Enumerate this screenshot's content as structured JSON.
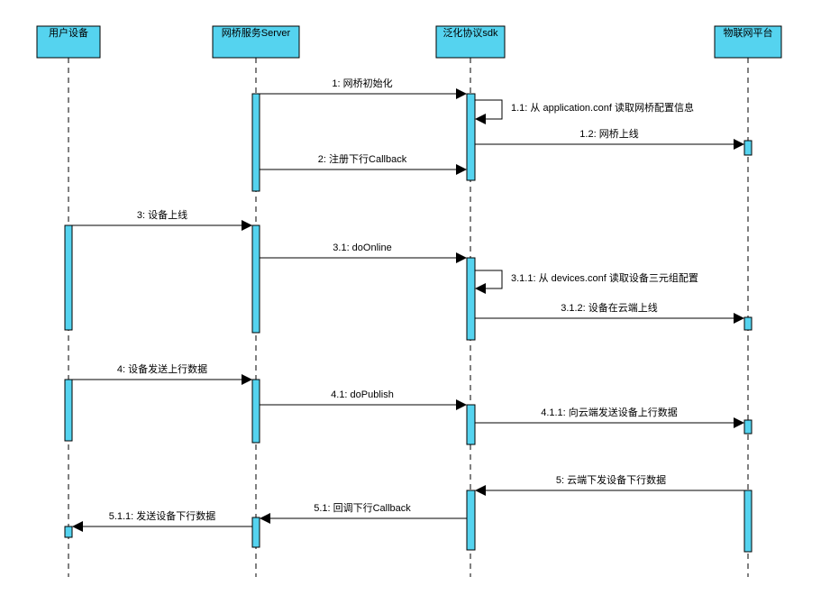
{
  "colors": {
    "box_fill": "#55d3ef",
    "stroke": "#000000",
    "background": "#ffffff"
  },
  "participants": [
    {
      "id": "user",
      "label": "用户设备"
    },
    {
      "id": "bridge",
      "label": "网桥服务Server"
    },
    {
      "id": "sdk",
      "label": "泛化协议sdk"
    },
    {
      "id": "iot",
      "label": "物联网平台"
    }
  ],
  "messages": [
    {
      "id": "m1",
      "label": "1: 网桥初始化",
      "from": "bridge",
      "to": "sdk"
    },
    {
      "id": "m1_1",
      "label": "1.1: 从 application.conf 读取网桥配置信息",
      "from": "sdk",
      "to": "sdk"
    },
    {
      "id": "m1_2",
      "label": "1.2: 网桥上线",
      "from": "sdk",
      "to": "iot"
    },
    {
      "id": "m2",
      "label": "2: 注册下行Callback",
      "from": "bridge",
      "to": "sdk"
    },
    {
      "id": "m3",
      "label": "3: 设备上线",
      "from": "user",
      "to": "bridge"
    },
    {
      "id": "m3_1",
      "label": "3.1: doOnline",
      "from": "bridge",
      "to": "sdk"
    },
    {
      "id": "m3_1_1",
      "label": "3.1.1: 从 devices.conf 读取设备三元组配置",
      "from": "sdk",
      "to": "sdk"
    },
    {
      "id": "m3_1_2",
      "label": "3.1.2: 设备在云端上线",
      "from": "sdk",
      "to": "iot"
    },
    {
      "id": "m4",
      "label": "4: 设备发送上行数据",
      "from": "user",
      "to": "bridge"
    },
    {
      "id": "m4_1",
      "label": "4.1: doPublish",
      "from": "bridge",
      "to": "sdk"
    },
    {
      "id": "m4_1_1",
      "label": "4.1.1: 向云端发送设备上行数据",
      "from": "sdk",
      "to": "iot"
    },
    {
      "id": "m5",
      "label": "5: 云端下发设备下行数据",
      "from": "iot",
      "to": "sdk"
    },
    {
      "id": "m5_1",
      "label": "5.1: 回调下行Callback",
      "from": "sdk",
      "to": "bridge"
    },
    {
      "id": "m5_1_1",
      "label": "5.1.1: 发送设备下行数据",
      "from": "bridge",
      "to": "user"
    }
  ]
}
